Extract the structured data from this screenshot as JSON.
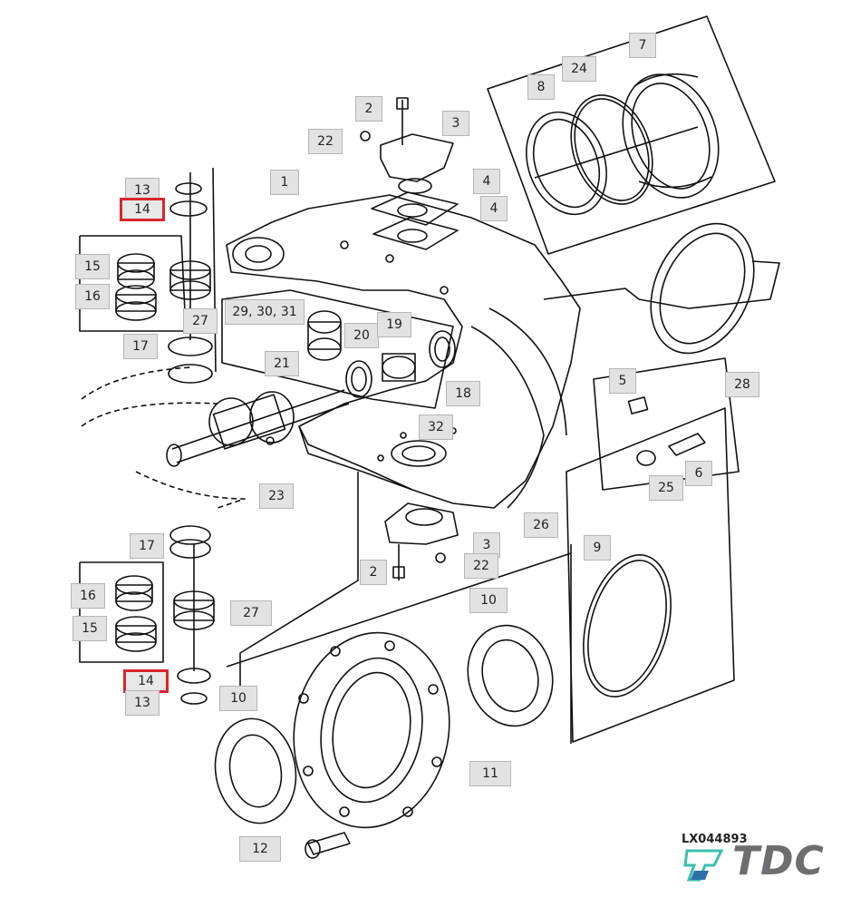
{
  "callouts": {
    "c1": "1",
    "c2a": "2",
    "c22a": "22",
    "c3a": "3",
    "c4a": "4",
    "c4b": "4",
    "c8": "8",
    "c24": "24",
    "c7": "7",
    "c28": "28",
    "c13a": "13",
    "c14a": "14",
    "c15a": "15",
    "c16a": "16",
    "c27a": "27",
    "c17a": "17",
    "c29": "29",
    "c30": "30",
    "c31": "31",
    "c20": "20",
    "c19": "19",
    "c18": "18",
    "c21": "21",
    "c32": "32",
    "c23": "23",
    "c5": "5",
    "c6": "6",
    "c25": "25",
    "c26": "26",
    "c17b": "17",
    "c3b": "3",
    "c2b": "2",
    "c22b": "22",
    "c16b": "16",
    "c27b": "27",
    "c15b": "15",
    "c14b": "14",
    "c13b": "13",
    "c9": "9",
    "c10a": "10",
    "c10b": "10",
    "c11": "11",
    "c12": "12"
  },
  "highlight_color": "#d9262c",
  "footer": {
    "doc_id": "LX044893",
    "brand": "TDC",
    "brand_icon": "tdc-logo-icon"
  }
}
